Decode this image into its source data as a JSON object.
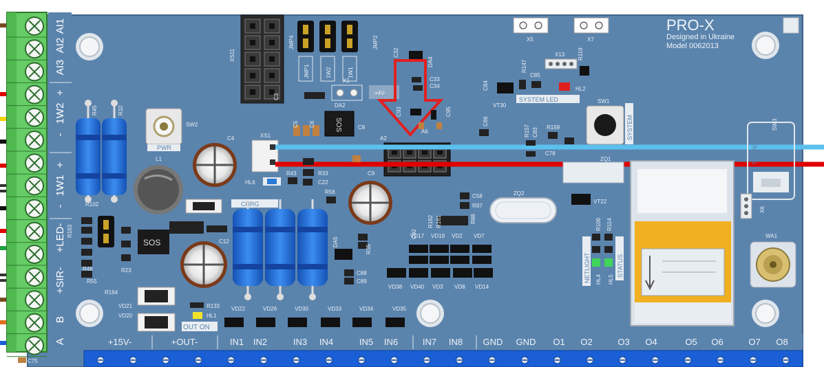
{
  "brand": {
    "title": "PRO-X",
    "subtitle": "Designed in Ukraine",
    "model": "Model 0062013"
  },
  "left_terminal_labels": [
    "AI1",
    "AI2",
    "AI3",
    "+",
    "1W2",
    "-",
    "+",
    "1W1",
    "-",
    "+LED-",
    "+SIR-",
    "B",
    "A"
  ],
  "bottom_terminal_labels": [
    "+15V-",
    "+OUT-",
    "IN1",
    "IN2",
    "IN3",
    "IN4",
    "IN5",
    "IN6",
    "IN7",
    "IN8",
    "GND",
    "GND",
    "O1",
    "O2",
    "O3",
    "O4",
    "O5",
    "O6",
    "O7",
    "O8"
  ],
  "silkscreen": {
    "pwr": "PWR",
    "sw2": "SW2",
    "sw1": "SW1",
    "system": "SYSTEM",
    "system_led": "SYSTEM LED",
    "chrg": "CHRG",
    "out_on": "OUT ON",
    "netlight": "NETLIGHT",
    "status": "STATUS",
    "wa1": "WA1",
    "x1": "X1",
    "x5": "X5",
    "x6": "X6",
    "x7": "X7",
    "x11": "XS11",
    "x13": "X13",
    "xs1": "XS1",
    "plus4v": "+4V-",
    "da2": "DA2",
    "a2": "A2",
    "zq2": "ZQ2",
    "zq1": "ZQ1",
    "l1": "L1",
    "c4": "C4",
    "c12": "C12",
    "c9": "C9",
    "c75": "C75",
    "vt22": "VT22",
    "vt30": "VT30",
    "jmp1": "JMP1",
    "jmp2": "JMP2",
    "jmp4": "JMP4",
    "w1": "1W1",
    "w2": "1W2",
    "r45": "R45",
    "r32": "R32",
    "r164": "R164",
    "vd21": "VD21",
    "vd20": "VD20",
    "r133": "R133",
    "hl1": "HL1",
    "hl2": "HL2",
    "hl6": "HL6",
    "hl4": "HL4",
    "hl5": "HL5",
    "r106": "R106",
    "r114": "R114",
    "r97": "R97",
    "c58": "C58",
    "c88": "C88",
    "c89": "C89",
    "r35": "R35",
    "c22": "C22",
    "c33": "C33",
    "c34": "C34",
    "c93": "C93",
    "c95": "C95",
    "r147": "R147",
    "c85": "C85",
    "c84": "C84",
    "r157": "R157",
    "c83": "C83",
    "r159": "R159",
    "c78": "C78",
    "sw3": "SW3",
    "tamper": "TAMPER",
    "r56": "R56",
    "r33": "R33",
    "r43": "R43",
    "da5": "DA5",
    "r162": "R162",
    "r161": "R161",
    "r88": "R88",
    "c92": "C92",
    "vd17": "VD17",
    "vd19": "VD19",
    "vd2": "VD2",
    "vd7": "VD7",
    "vd38": "VD38",
    "vd40": "VD40",
    "vd3": "VD3",
    "vd8": "VD8",
    "vd14": "VD14",
    "vd22": "VD22",
    "vd26": "VD26",
    "vd30": "VD30",
    "vd33": "VD33",
    "vd34": "VD34",
    "vd35": "VD35",
    "r48": "R48",
    "r55": "R55",
    "r23": "R23",
    "r102": "R102",
    "r163": "R163",
    "a6": "A6",
    "c66": "C66",
    "da4": "DA4",
    "sos_chip": "SOS",
    "c32": "C32",
    "r119": "R119",
    "c5": "C5",
    "c6": "C6",
    "c3": "C3",
    "c8": "C8"
  },
  "colors": {
    "board": "#5b84ad",
    "board_edge": "#44698f",
    "terminal_green": "#6ad06a",
    "terminal_blue": "#1a5fd6",
    "annotation_red": "#e00000",
    "annotation_cyan": "#5cc0ee",
    "arrow_red": "#e02020",
    "resistor_blue": "#1f6dd6",
    "sim_yellow": "#f0b020"
  },
  "icons": [
    "mounting-hole-icon",
    "down-arrow-icon",
    "tactile-switch-icon",
    "antenna-connector-icon",
    "capacitor-icon"
  ]
}
